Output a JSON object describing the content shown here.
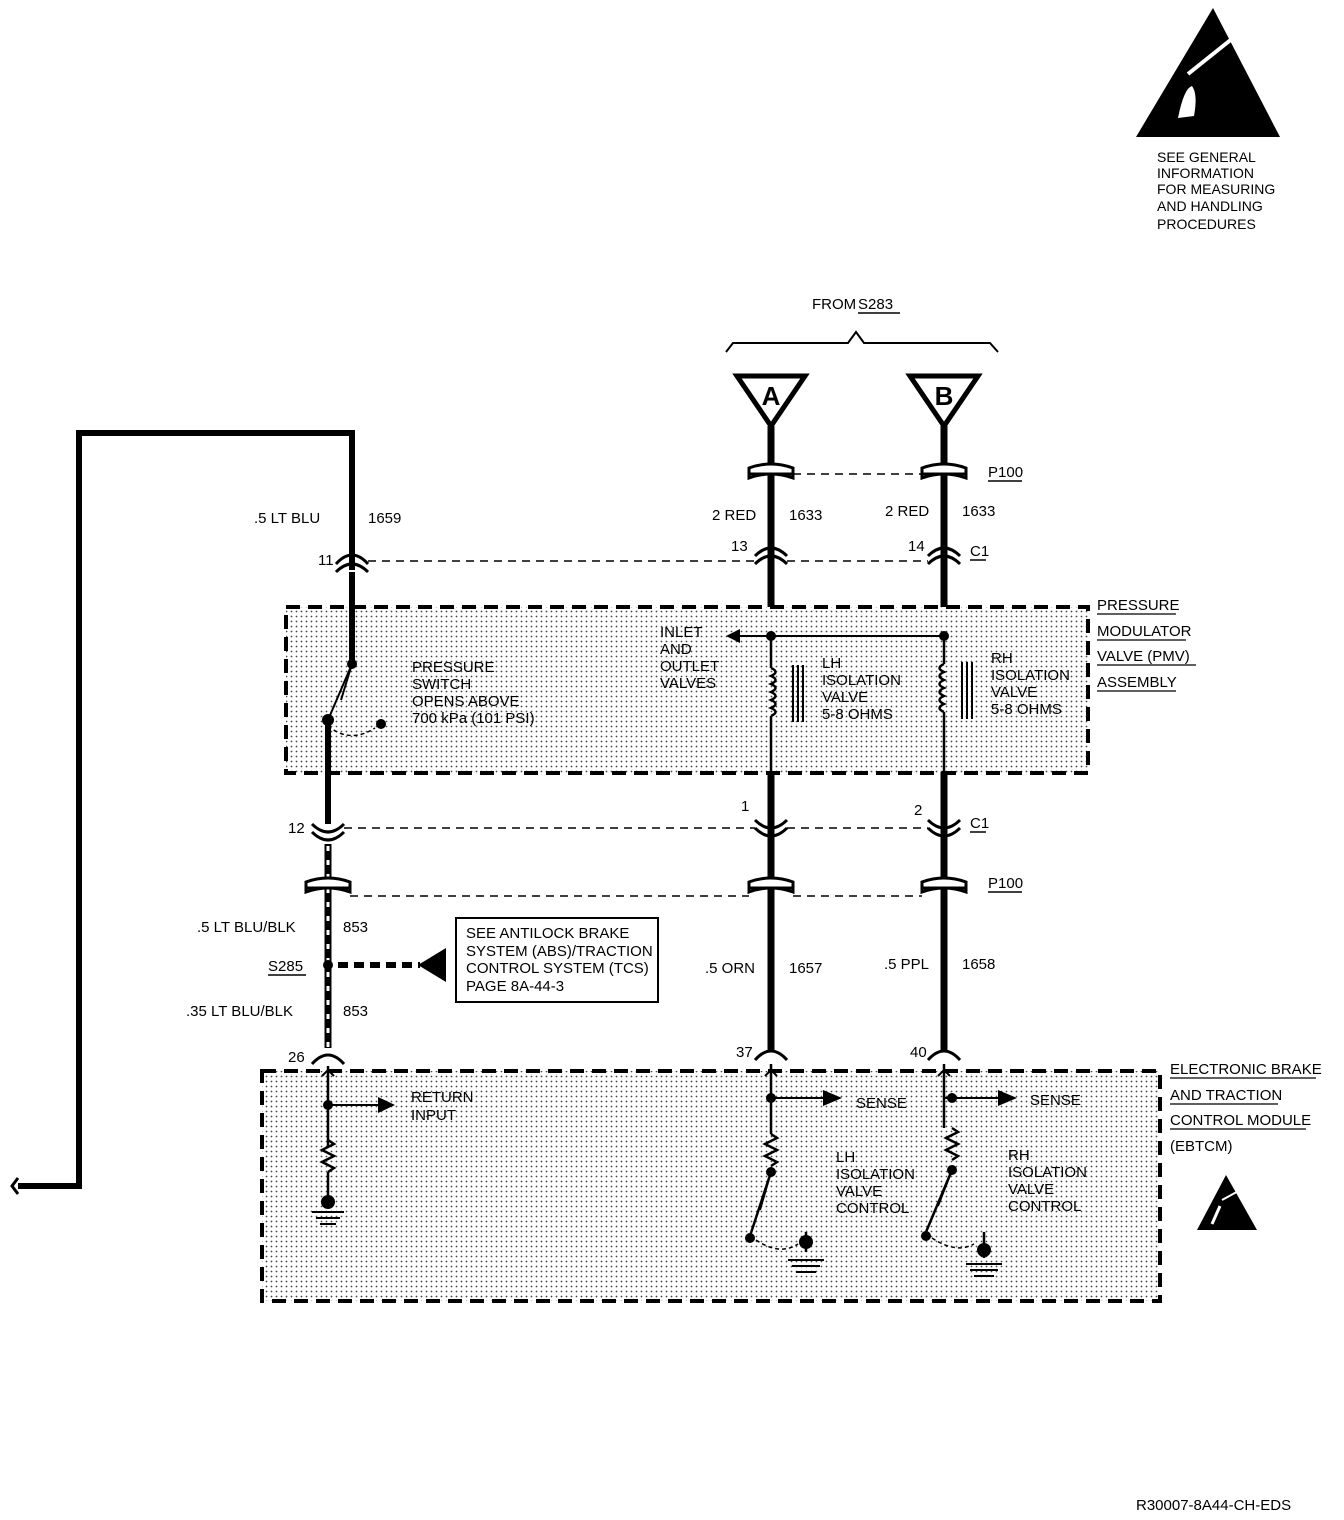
{
  "esd_notice": {
    "lines": [
      "SEE GENERAL",
      "INFORMATION",
      "FOR MEASURING",
      "AND HANDLING",
      "PROCEDURES"
    ]
  },
  "source": {
    "label": "FROM",
    "splice": "S283"
  },
  "terminals": {
    "a": "A",
    "b": "B"
  },
  "connectors": {
    "p100": "P100",
    "c1": "C1"
  },
  "wires": {
    "lt_blu": {
      "label": ".5 LT BLU",
      "circuit": "1659"
    },
    "red_a": {
      "label": "2 RED",
      "circuit": "1633"
    },
    "red_b": {
      "label": "2 RED",
      "circuit": "1633"
    },
    "lt_blu_blk": {
      "label": ".5 LT BLU/BLK",
      "circuit": "853"
    },
    "lt_blu_blk_035": {
      "label": ".35 LT BLU/BLK",
      "circuit": "853"
    },
    "orn": {
      "label": ".5 ORN",
      "circuit": "1657"
    },
    "ppl": {
      "label": ".5 PPL",
      "circuit": "1658"
    }
  },
  "pins": {
    "p11": "11",
    "p13": "13",
    "p14": "14",
    "p12": "12",
    "p1": "1",
    "p2": "2",
    "p26": "26",
    "p37": "37",
    "p40": "40"
  },
  "pmv": {
    "title_lines": [
      "PRESSURE",
      "MODULATOR",
      "VALVE (PMV)",
      "ASSEMBLY"
    ],
    "pressure_switch": [
      "PRESSURE",
      "SWITCH",
      "OPENS ABOVE",
      "700 kPa (101 PSI)"
    ],
    "inlet_outlet": [
      "INLET",
      "AND",
      "OUTLET",
      "VALVES"
    ],
    "lh_valve": [
      "LH",
      "ISOLATION",
      "VALVE",
      "5-8 OHMS"
    ],
    "rh_valve": [
      "RH",
      "ISOLATION",
      "VALVE",
      "5-8 OHMS"
    ]
  },
  "splice": {
    "name": "S285"
  },
  "reference_box": [
    "SEE ANTILOCK BRAKE",
    "SYSTEM (ABS)/TRACTION",
    "CONTROL SYSTEM (TCS)",
    "PAGE 8A-44-3"
  ],
  "ebtcm": {
    "title_lines": [
      "ELECTRONIC BRAKE",
      "AND TRACTION",
      "CONTROL MODULE",
      "(EBTCM)"
    ],
    "return_input": [
      "RETURN",
      "INPUT"
    ],
    "sense_lh": "SENSE",
    "sense_rh": "SENSE",
    "lh_control": [
      "LH",
      "ISOLATION",
      "VALVE",
      "CONTROL"
    ],
    "rh_control": [
      "RH",
      "ISOLATION",
      "VALVE",
      "CONTROL"
    ]
  },
  "figure_id": "R30007-8A44-CH-EDS"
}
